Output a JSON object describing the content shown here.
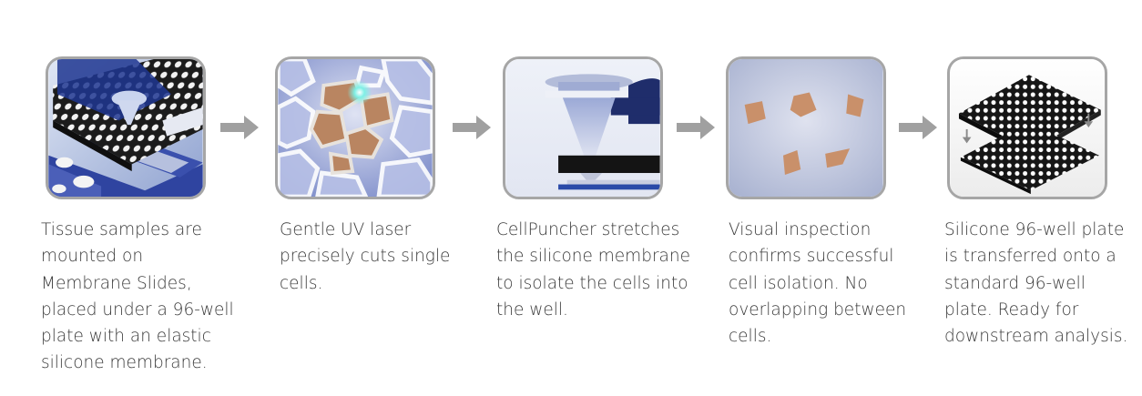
{
  "colors": {
    "tile_border": "#a6a6a6",
    "arrow": "#a0a0a0",
    "text": "#3a3a3a",
    "tissue_cell": "#b98561",
    "instrument_navy": "#1f2d6b",
    "plate_black": "#1a1a1a"
  },
  "steps": [
    {
      "icon": "membrane-slide-illustration",
      "caption": [
        "Tissue samples are",
        "mounted on",
        "Membrane Slides,",
        "placed under a 96-well",
        "plate with an elastic",
        "silicone membrane."
      ]
    },
    {
      "icon": "uv-laser-cells-illustration",
      "caption": [
        "Gentle UV laser",
        "precisely cuts single",
        "cells."
      ]
    },
    {
      "icon": "cellpuncher-illustration",
      "caption": [
        "CellPuncher stretches",
        "the silicone membrane",
        "to isolate the cells into",
        "the well."
      ]
    },
    {
      "icon": "isolated-cells-illustration",
      "caption": [
        "Visual inspection",
        "confirms successful",
        "cell isolation. No",
        "overlapping between",
        "cells."
      ]
    },
    {
      "icon": "well-plate-transfer-illustration",
      "caption": [
        "Silicone 96-well plate",
        "is transferred onto a",
        "standard 96-well",
        "plate. Ready for",
        "downstream analysis."
      ]
    }
  ]
}
